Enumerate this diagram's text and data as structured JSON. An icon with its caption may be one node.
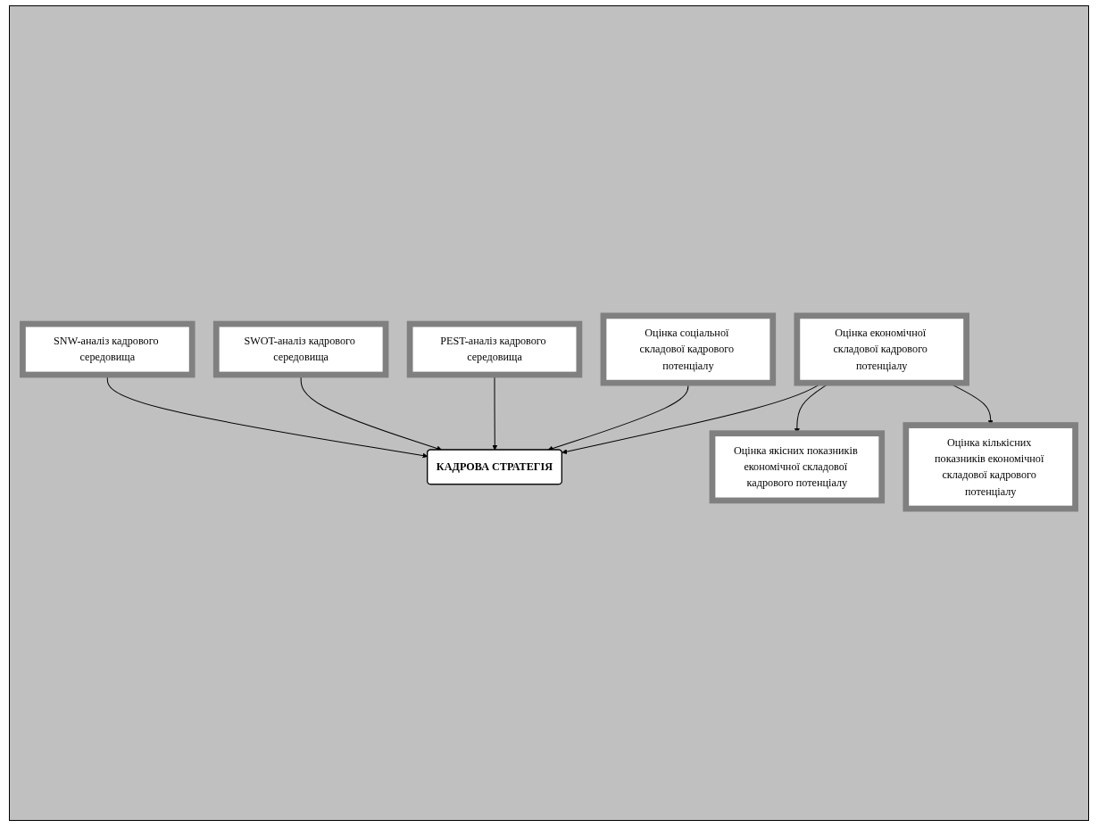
{
  "diagram": {
    "nodes": [
      {
        "text": [
          "SNW-аналіз кадрового середовища"
        ]
      },
      {
        "text": [
          "SWOT-аналіз кадрового середовища"
        ]
      },
      {
        "text": [
          "КАДРОВА СТРАТЕГІЯ"
        ]
      },
      {
        "text": [
          "PEST-аналіз кадрового середовища"
        ]
      },
      {
        "text": [
          "Оцінка якісних показників економічної складової кадрового потенціалу"
        ]
      },
      {
        "text": [
          "Оцінка соціальної складової кадрового потенціалу"
        ]
      },
      {
        "text": [
          "Оцінка кількісних показників економічної складової кадрового потенціалу"
        ]
      },
      {
        "text": [
          "Оцінка економічної складової кадрового потенціалу"
        ]
      }
    ],
    "edges": [
      {
        "from": 0,
        "to": 2,
        "arrow": "to"
      },
      {
        "from": 1,
        "to": 2,
        "arrow": "to"
      },
      {
        "from": 3,
        "to": 2,
        "arrow": "to"
      },
      {
        "from": 7,
        "to": 2,
        "arrow": "to"
      },
      {
        "from": 5,
        "to": 2,
        "arrow": "to"
      },
      {
        "from": 7,
        "to": 4,
        "arrow": "to"
      },
      {
        "from": 7,
        "to": 6,
        "arrow": "to"
      }
    ]
  }
}
